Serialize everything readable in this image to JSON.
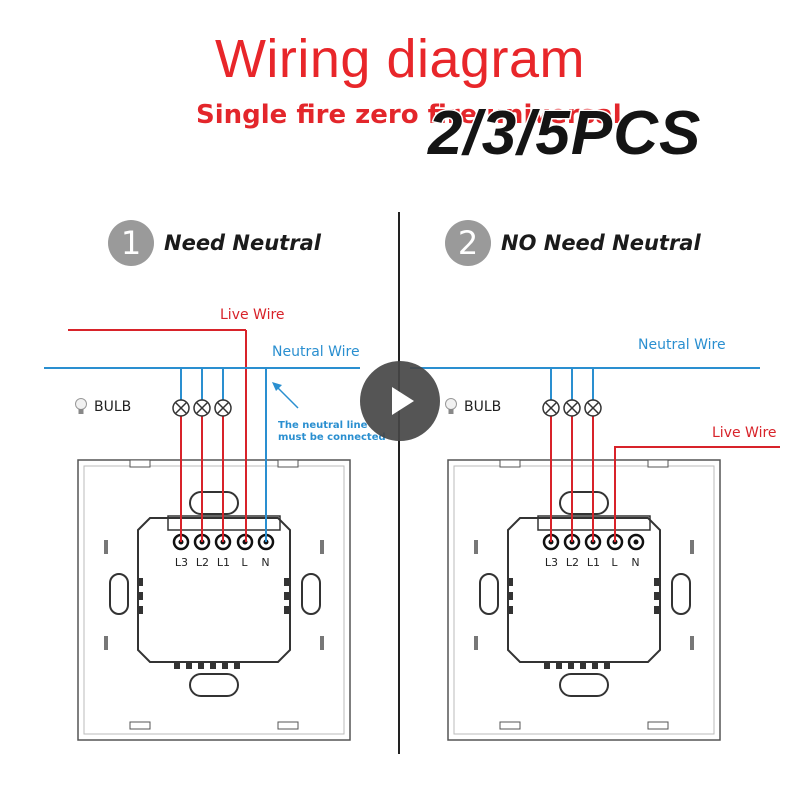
{
  "header": {
    "title": "Wiring diagram",
    "subtitle": "Single fire zero fire universal",
    "overlay": "2/3/5PCS"
  },
  "panels": [
    {
      "number": "1",
      "label": "Need Neutral",
      "live_wire": "Live Wire",
      "neutral_wire": "Neutral Wire",
      "bulb": "BULB",
      "note": [
        "The neutral line",
        "must be connected"
      ],
      "terminals": [
        "L3",
        "L2",
        "L1",
        "L",
        "N"
      ]
    },
    {
      "number": "2",
      "label": "NO Need Neutral",
      "live_wire": "Live Wire",
      "neutral_wire": "Neutral Wire",
      "bulb": "BULB",
      "terminals": [
        "L3",
        "L2",
        "L1",
        "L",
        "N"
      ]
    }
  ],
  "colors": {
    "accent": "#e8262a",
    "live": "#d8232a",
    "neutral": "#2a8fd0"
  },
  "icons": {
    "play": "play-icon",
    "bulb": "bulb-icon"
  }
}
